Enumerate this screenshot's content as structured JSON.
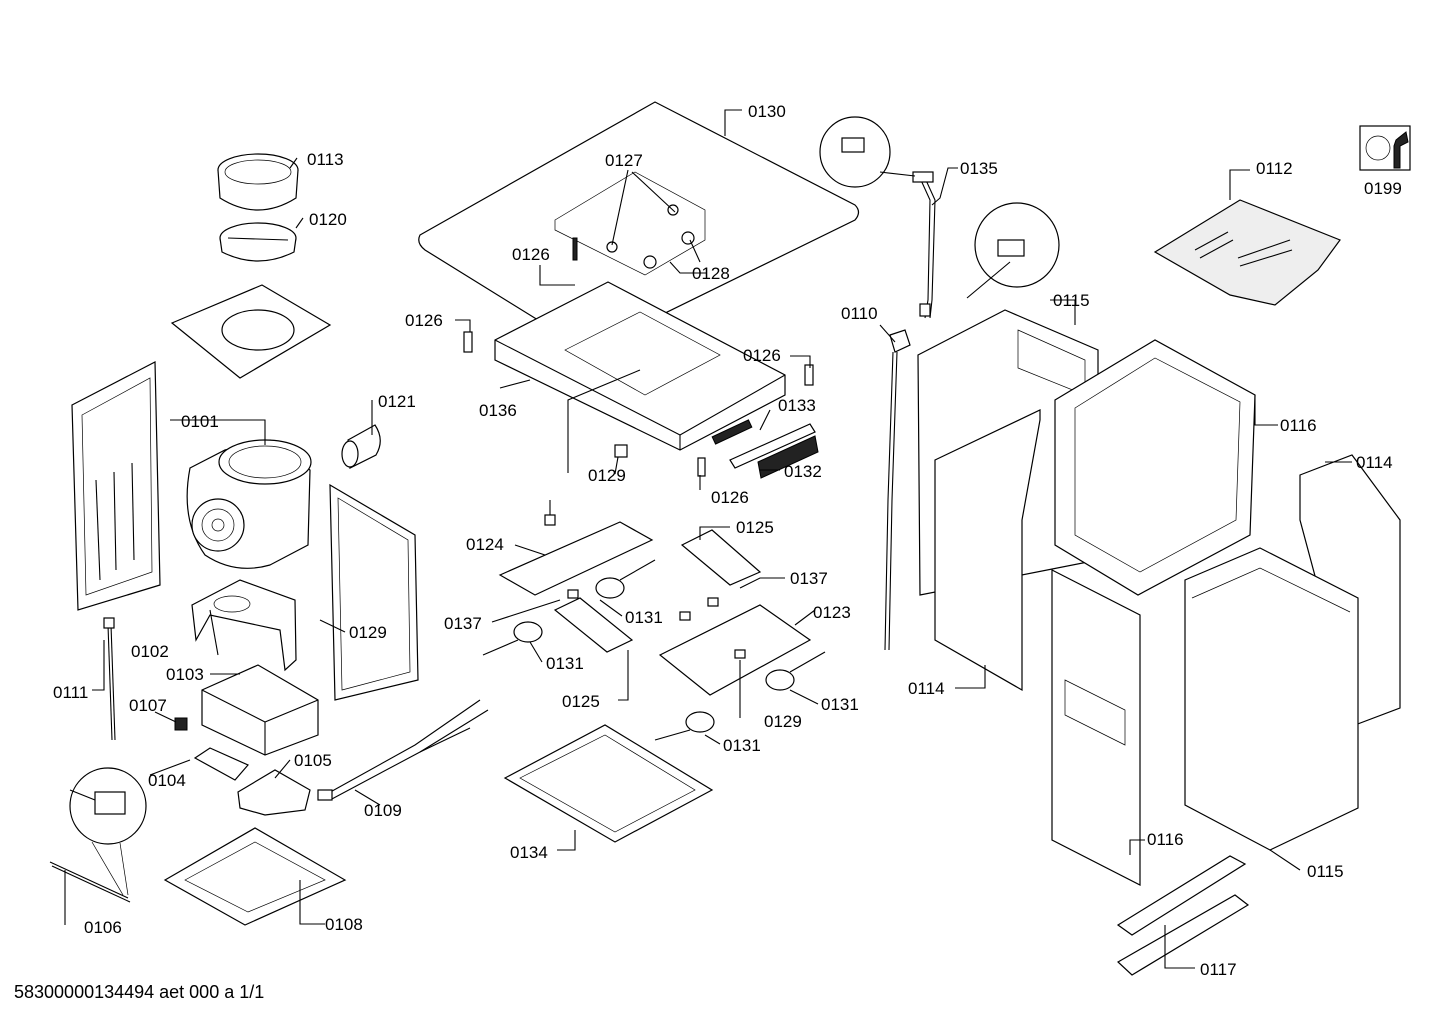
{
  "document_id": "58300000134494 aet 000 a 1/1",
  "service_badge": {
    "label": "0199",
    "icon": "wrench-nut-icon"
  },
  "parts": [
    {
      "id": "0101"
    },
    {
      "id": "0102"
    },
    {
      "id": "0103"
    },
    {
      "id": "0104"
    },
    {
      "id": "0105"
    },
    {
      "id": "0106"
    },
    {
      "id": "0107"
    },
    {
      "id": "0108"
    },
    {
      "id": "0109"
    },
    {
      "id": "0110"
    },
    {
      "id": "0111"
    },
    {
      "id": "0112"
    },
    {
      "id": "0113"
    },
    {
      "id": "0114"
    },
    {
      "id": "0114"
    },
    {
      "id": "0115"
    },
    {
      "id": "0115"
    },
    {
      "id": "0116"
    },
    {
      "id": "0116"
    },
    {
      "id": "0117"
    },
    {
      "id": "0120"
    },
    {
      "id": "0121"
    },
    {
      "id": "0123"
    },
    {
      "id": "0124"
    },
    {
      "id": "0125"
    },
    {
      "id": "0125"
    },
    {
      "id": "0126"
    },
    {
      "id": "0126"
    },
    {
      "id": "0126"
    },
    {
      "id": "0126"
    },
    {
      "id": "0127"
    },
    {
      "id": "0128"
    },
    {
      "id": "0129"
    },
    {
      "id": "0129"
    },
    {
      "id": "0129"
    },
    {
      "id": "0130"
    },
    {
      "id": "0131"
    },
    {
      "id": "0131"
    },
    {
      "id": "0131"
    },
    {
      "id": "0131"
    },
    {
      "id": "0132"
    },
    {
      "id": "0133"
    },
    {
      "id": "0134"
    },
    {
      "id": "0135"
    },
    {
      "id": "0136"
    },
    {
      "id": "0137"
    },
    {
      "id": "0137"
    }
  ]
}
